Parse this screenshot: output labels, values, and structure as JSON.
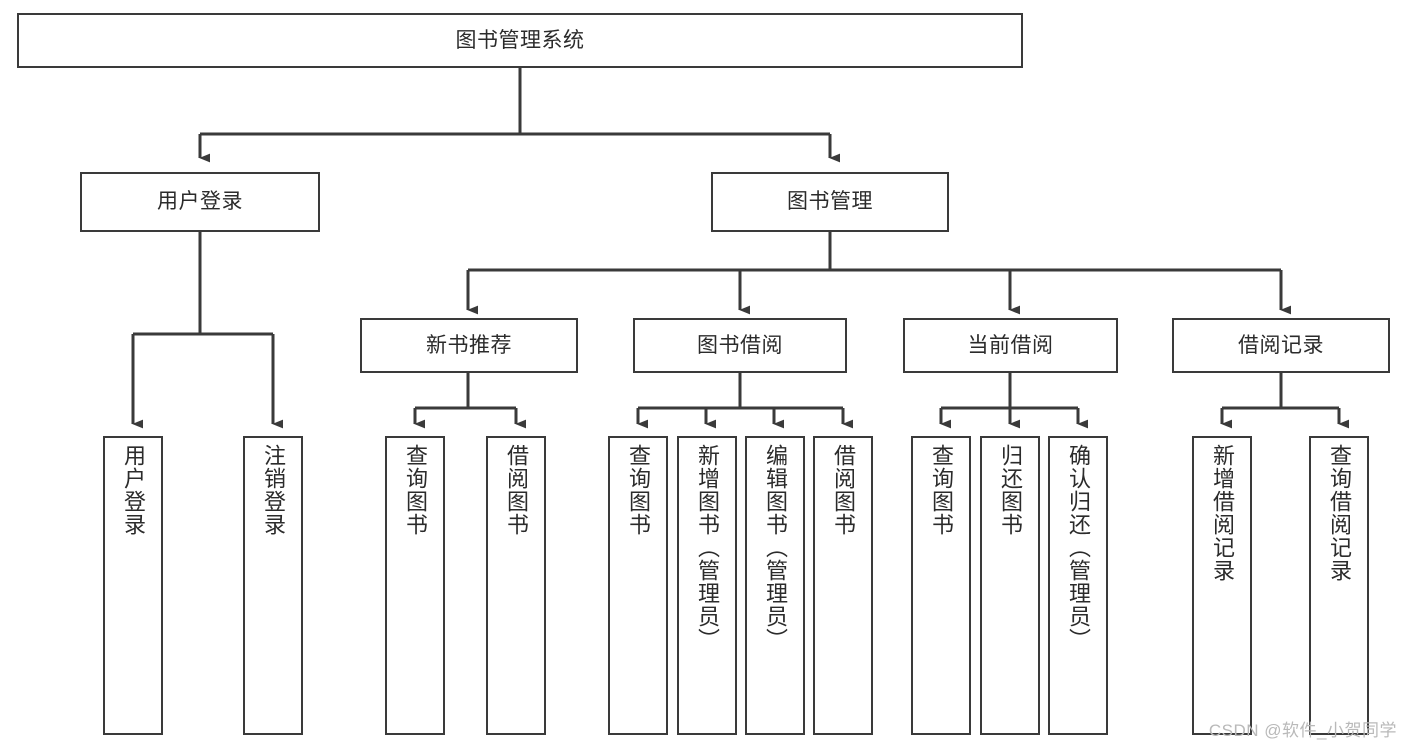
{
  "diagram": {
    "type": "tree-hierarchy-chart",
    "title": "图书管理系统",
    "colors": {
      "background": "#ffffff",
      "box_stroke": "#3a3a3a",
      "box_fill": "#ffffff",
      "connector_stroke": "#3a3a3a",
      "text": "#2b2b2b",
      "watermark": "#b9b9b9"
    },
    "root": {
      "label": "图书管理系统"
    },
    "level2": [
      {
        "label": "用户登录"
      },
      {
        "label": "图书管理"
      }
    ],
    "level3": [
      {
        "label": "新书推荐"
      },
      {
        "label": "图书借阅"
      },
      {
        "label": "当前借阅"
      },
      {
        "label": "借阅记录"
      }
    ],
    "leaves": {
      "user_login": [
        {
          "label": "用户登录"
        },
        {
          "label": "注销登录"
        }
      ],
      "new_book_recommend": [
        {
          "label": "查询图书"
        },
        {
          "label": "借阅图书"
        }
      ],
      "book_borrow": [
        {
          "label": "查询图书"
        },
        {
          "label": "新增图书（管理员）"
        },
        {
          "label": "编辑图书（管理员）"
        },
        {
          "label": "借阅图书"
        }
      ],
      "current_borrow": [
        {
          "label": "查询图书"
        },
        {
          "label": "归还图书"
        },
        {
          "label": "确认归还（管理员）"
        }
      ],
      "borrow_record": [
        {
          "label": "新增借阅记录"
        },
        {
          "label": "查询借阅记录"
        }
      ]
    },
    "watermark": "CSDN @软件_小贺同学"
  }
}
